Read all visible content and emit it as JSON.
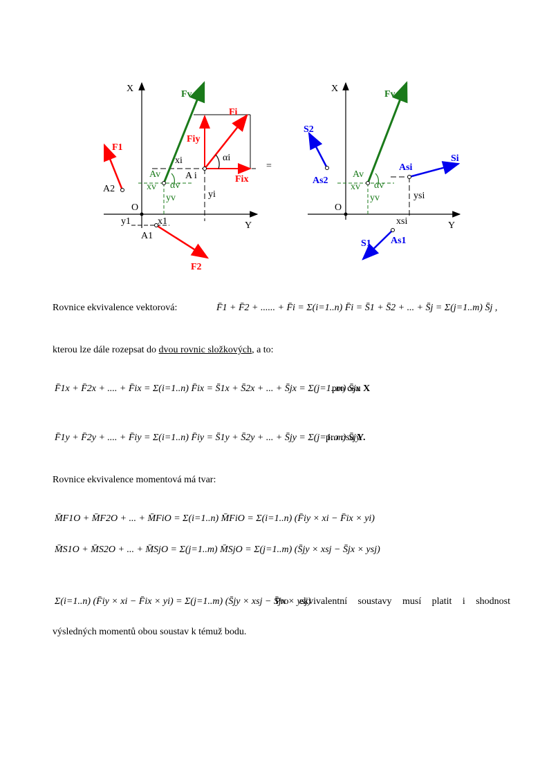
{
  "figure": {
    "left": {
      "axis_x": "X",
      "axis_y": "Y",
      "origin": "O",
      "Fv": "Fv",
      "Fi": "Fi",
      "Fiy": "Fiy",
      "Fix": "Fix",
      "alpha_i": "αi",
      "xi": "xi",
      "Ai": "A i",
      "yi": "yi",
      "Av": "Av",
      "alpha_v": "αv",
      "xv": "xv",
      "yv": "yv",
      "F1": "F1",
      "A2": "A2",
      "y1": "y1",
      "x1": "x1",
      "A1": "A1",
      "F2": "F2"
    },
    "equals": "=",
    "right": {
      "axis_x": "X",
      "axis_y": "Y",
      "origin": "O",
      "Fv": "Fv",
      "S2": "S2",
      "As2": "As2",
      "Av": "Av",
      "alpha_v": "αv",
      "xv": "xv",
      "yv": "yv",
      "Asi": "Asi",
      "Si": "Si",
      "ysi": "ysi",
      "xsi": "xsi",
      "S1": "S1",
      "As1": "As1"
    },
    "colors": {
      "red": "#ff0000",
      "green": "#1a7a1a",
      "blue": "#0000ee"
    }
  },
  "text": {
    "p1_label": "Rovnice ekvivalence vektorová:",
    "p2_before": "kterou lze dále rozepsat do ",
    "p2_link": "dvou rovnic složkových",
    "p2_after": ", a to:",
    "axis_x_note_prefix": "pro osu ",
    "axis_x_note_bold": "X",
    "axis_y_note_prefix": "pro osu ",
    "axis_y_note_bold": "Y.",
    "p3_label": "Rovnice ekvivalence momentová má tvar:",
    "p4_text": "Pro ekvivalentní soustavy musí platit i shodnost",
    "p4_cont": "výsledných momentů obou soustav k témuž bodu."
  },
  "equations": {
    "vector": "F̄1 + F̄2 + ...... + F̄i = Σ(i=1..n) F̄i = S̄1 + S̄2 + ... + S̄j = Σ(j=1..m) S̄j ,",
    "x_comp": "F̄1x + F̄2x + .... + F̄ix = Σ(i=1..n) F̄ix = S̄1x + S̄2x + ... + S̄jx = Σ(j=1..m) S̄jx",
    "y_comp": "F̄1y + F̄2y + .... + F̄iy = Σ(i=1..n) F̄iy = S̄1y + S̄2y + ... + S̄jy = Σ(j=1..m) S̄jy",
    "moment_f": "M̄F1O + M̄F2O + ... + M̄FiO = Σ(i=1..n) M̄FiO = Σ(i=1..n) (F̄iy × xi − F̄ix × yi)",
    "moment_s": "M̄S1O + M̄S2O + ... + M̄SjO = Σ(j=1..m) M̄SjO = Σ(j=1..m) (S̄jy × xsj − S̄jx × ysj)",
    "moment_eq": "Σ(i=1..n) (F̄iy × xi − F̄ix × yi) = Σ(j=1..m) (S̄jy × xsj − S̄jx × ysj)"
  }
}
